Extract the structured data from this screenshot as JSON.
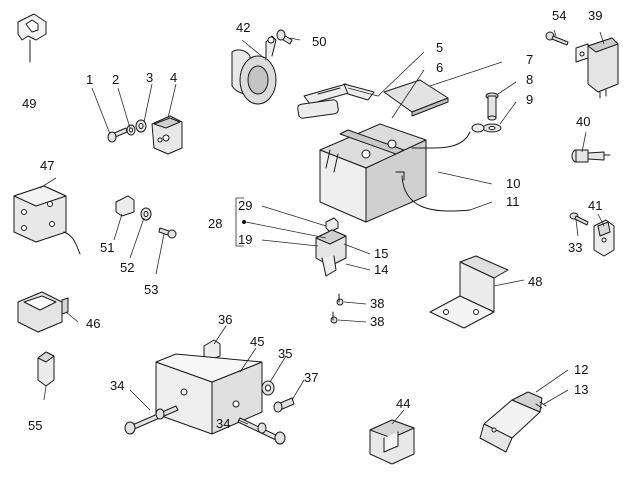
{
  "diagram": {
    "callouts": [
      {
        "key": "c1",
        "text": "1"
      },
      {
        "key": "c2",
        "text": "2"
      },
      {
        "key": "c3",
        "text": "3"
      },
      {
        "key": "c4",
        "text": "4"
      },
      {
        "key": "c5",
        "text": "5"
      },
      {
        "key": "c6",
        "text": "6"
      },
      {
        "key": "c7",
        "text": "7"
      },
      {
        "key": "c8",
        "text": "8"
      },
      {
        "key": "c9",
        "text": "9"
      },
      {
        "key": "c10",
        "text": "10"
      },
      {
        "key": "c11",
        "text": "11"
      },
      {
        "key": "c12",
        "text": "12"
      },
      {
        "key": "c13",
        "text": "13"
      },
      {
        "key": "c14",
        "text": "14"
      },
      {
        "key": "c15",
        "text": "15"
      },
      {
        "key": "c19",
        "text": "19"
      },
      {
        "key": "c28",
        "text": "28"
      },
      {
        "key": "c29",
        "text": "29"
      },
      {
        "key": "c33",
        "text": "33"
      },
      {
        "key": "c34a",
        "text": "34"
      },
      {
        "key": "c34b",
        "text": "34"
      },
      {
        "key": "c35",
        "text": "35"
      },
      {
        "key": "c36",
        "text": "36"
      },
      {
        "key": "c37",
        "text": "37"
      },
      {
        "key": "c38a",
        "text": "38"
      },
      {
        "key": "c38b",
        "text": "38"
      },
      {
        "key": "c39",
        "text": "39"
      },
      {
        "key": "c40",
        "text": "40"
      },
      {
        "key": "c41",
        "text": "41"
      },
      {
        "key": "c42",
        "text": "42"
      },
      {
        "key": "c44",
        "text": "44"
      },
      {
        "key": "c45",
        "text": "45"
      },
      {
        "key": "c46",
        "text": "46"
      },
      {
        "key": "c47",
        "text": "47"
      },
      {
        "key": "c48",
        "text": "48"
      },
      {
        "key": "c49",
        "text": "49"
      },
      {
        "key": "c50",
        "text": "50"
      },
      {
        "key": "c51",
        "text": "51"
      },
      {
        "key": "c52",
        "text": "52"
      },
      {
        "key": "c53",
        "text": "53"
      },
      {
        "key": "c54",
        "text": "54"
      },
      {
        "key": "c55",
        "text": "55"
      }
    ]
  }
}
